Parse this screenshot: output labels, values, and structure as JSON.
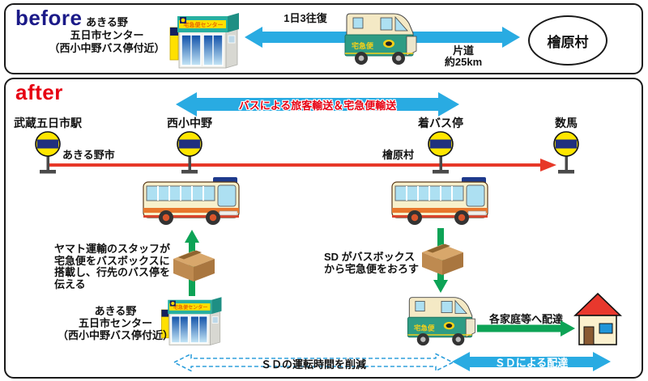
{
  "colors": {
    "arrow_blue": "#29ABE2",
    "route_red": "#E73828",
    "arrow_green": "#0DA356",
    "before_label_navy": "#1B1A88",
    "after_label_red": "#E60012",
    "stop_yellow": "#FFE600",
    "stop_navy": "#20307E"
  },
  "before": {
    "label": "before",
    "center_name": {
      "lines": [
        "あきる野",
        "五日市センター",
        "（西小中野バス停付近）"
      ]
    },
    "building_sign": "宅急便センター",
    "frequency": "1日3往復",
    "truck_side_label": "宅急便",
    "distance": {
      "lines": [
        "片道",
        "約25km"
      ]
    },
    "destination": "檜原村"
  },
  "after": {
    "label": "after",
    "bus_arrow_label": "バスによる旅客輸送＆宅急便輸送",
    "stops": [
      {
        "name": "武蔵五日市駅"
      },
      {
        "name": "西小中野"
      },
      {
        "name": "着バス停"
      },
      {
        "name": "数馬"
      }
    ],
    "regions": {
      "left": "あきる野市",
      "right": "檜原村"
    },
    "load_note": {
      "lines": [
        "ヤマト運輸のスタッフが",
        "宅急便をバスボックスに",
        "搭載し、行先のバス停を",
        "伝える"
      ]
    },
    "unload_note": {
      "lines": [
        "SD がバスボックス",
        "から宅急便をおろす"
      ]
    },
    "center_name": {
      "lines": [
        "あきる野",
        "五日市センター",
        "（西小中野バス停付近）"
      ]
    },
    "building_sign": "宅急便センター",
    "truck_side_label": "宅急便",
    "home_delivery_label": "各家庭等へ配達",
    "dashed_arrow_label": "ＳＤの運転時間を削減",
    "sd_arrow_label": "ＳＤによる配達"
  }
}
